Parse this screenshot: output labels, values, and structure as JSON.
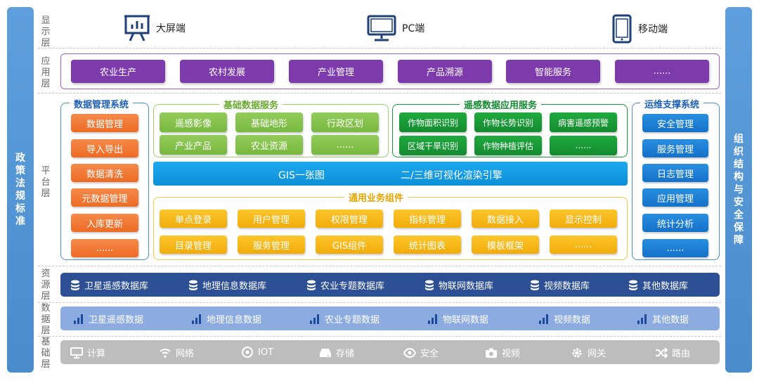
{
  "left_bar": "政策法规标准",
  "right_bar": "组织结构与安全保障",
  "layers": {
    "display": "显示层",
    "application": "应用层",
    "platform": "平台层",
    "resource": "资源层",
    "data": "数据层",
    "base": "基础层"
  },
  "display_items": [
    {
      "label": "大屏端",
      "icon": "presentation-board-icon"
    },
    {
      "label": "PC端",
      "icon": "monitor-icon"
    },
    {
      "label": "移动端",
      "icon": "tablet-icon"
    }
  ],
  "applications": [
    "农业生产",
    "农村发展",
    "产业管理",
    "产品溯源",
    "智能服务",
    "......"
  ],
  "data_mgmt": {
    "title": "数据管理系统",
    "items": [
      "数据管理",
      "导入导出",
      "数据清洗",
      "元数据管理",
      "入库更新",
      "......"
    ]
  },
  "basic_data": {
    "title": "基础数据服务",
    "items": [
      "遥感影像",
      "基础地形",
      "行政区划",
      "产业产品",
      "农业资源",
      "......"
    ]
  },
  "rs_app": {
    "title": "遥感数据应用服务",
    "items": [
      "作物面积识别",
      "作物长势识别",
      "病害遥感预警",
      "区域干旱识别",
      "作物种植评估",
      "......"
    ]
  },
  "ops": {
    "title": "运维支撑系统",
    "items": [
      "安全管理",
      "服务管理",
      "日志管理",
      "应用管理",
      "统计分析",
      "......"
    ]
  },
  "gis": {
    "left": "GIS一张图",
    "right": "二/三维可视化渲染引擎"
  },
  "common": {
    "title": "通用业务组件",
    "items": [
      "单点登录",
      "用户管理",
      "权限管理",
      "指标管理",
      "数据接入",
      "显示控制",
      "目录管理",
      "服务管理",
      "GIS组件",
      "统计图表",
      "模板框架",
      "......"
    ]
  },
  "resource_items": [
    "卫星遥感数据库",
    "地理信息数据库",
    "农业专题数据库",
    "物联网数据库",
    "视频数据库",
    "其他数据库"
  ],
  "data_items": [
    "卫星遥感数据",
    "地理信息数据",
    "农业专题数据",
    "物联网数据",
    "视频数据",
    "其他数据"
  ],
  "base_items": [
    {
      "label": "计算",
      "icon": "monitor-icon"
    },
    {
      "label": "网络",
      "icon": "wifi-icon"
    },
    {
      "label": "IOT",
      "icon": "iot-globe-icon"
    },
    {
      "label": "存储",
      "icon": "storage-drive-icon"
    },
    {
      "label": "安全",
      "icon": "eye-shield-icon"
    },
    {
      "label": "视频",
      "icon": "camera-icon"
    },
    {
      "label": "网关",
      "icon": "gear-icon"
    },
    {
      "label": "路由",
      "icon": "shuffle-icon"
    }
  ],
  "colors": {
    "side": "#4a8ccc",
    "application": "#7c3aab",
    "orange": "#ec6b24",
    "light_green": "#78b83e",
    "dark_green": "#148a30",
    "blue": "#1471c8",
    "yellow": "#f1ac0a",
    "gis": "#0d8fd8",
    "resource_band": "#2d4f94",
    "data_band": "#8cabe0",
    "base_band": "#bdbdbd"
  }
}
